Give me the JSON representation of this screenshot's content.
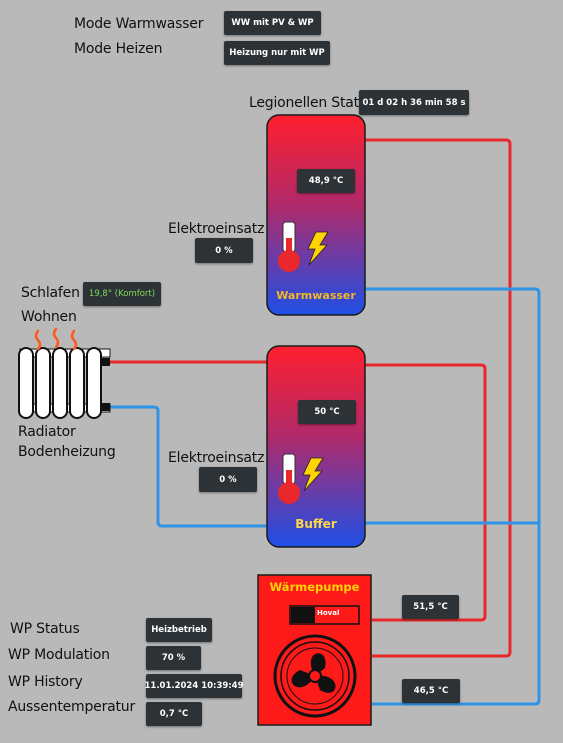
{
  "modes": {
    "warmwasser_label": "Mode Warmwasser",
    "warmwasser_value": "WW mit PV & WP",
    "heizen_label": "Mode Heizen",
    "heizen_value": "Heizung nur mit WP"
  },
  "legionellen": {
    "label": "Legionellen Stat",
    "value": "01 d 02 h 36 min 58 s"
  },
  "warmwasser_tank": {
    "temperature": "48,9 °C",
    "elektro_label": "Elektroeinsatz",
    "elektro_value": "0 %",
    "name": "Warmwasser"
  },
  "buffer_tank": {
    "temperature": "50 °C",
    "elektro_label": "Elektroeinsatz",
    "elektro_value": "0 %",
    "name": "Buffer"
  },
  "rooms": {
    "schlafen_label": "Schlafen",
    "schlafen_value": "19,8° (Komfort)",
    "wohnen_label": "Wohnen",
    "radiator_label": "Radiator",
    "bodenheizung_label": "Bodenheizung"
  },
  "heatpump": {
    "title": "Wärmepumpe",
    "brand": "Hoval",
    "supply_temp": "51,5 °C",
    "return_temp": "46,5 °C"
  },
  "status": {
    "wp_status_label": "WP Status",
    "wp_status_value": "Heizbetrieb",
    "wp_modulation_label": "WP Modulation",
    "wp_modulation_value": "70 %",
    "wp_history_label": "WP  History",
    "wp_history_value": "11.01.2024 10:39:49",
    "aussen_label": "Aussentemperatur",
    "aussen_value": "0,7 °C"
  },
  "colors": {
    "hot_pipe": "#e8282a",
    "cold_pipe": "#2f93e6",
    "tank_top": "#ff1f2e",
    "tank_bottom": "#1e4fe6",
    "heatpump_red": "#ff1a1a",
    "chip_bg": "#2d3236"
  }
}
